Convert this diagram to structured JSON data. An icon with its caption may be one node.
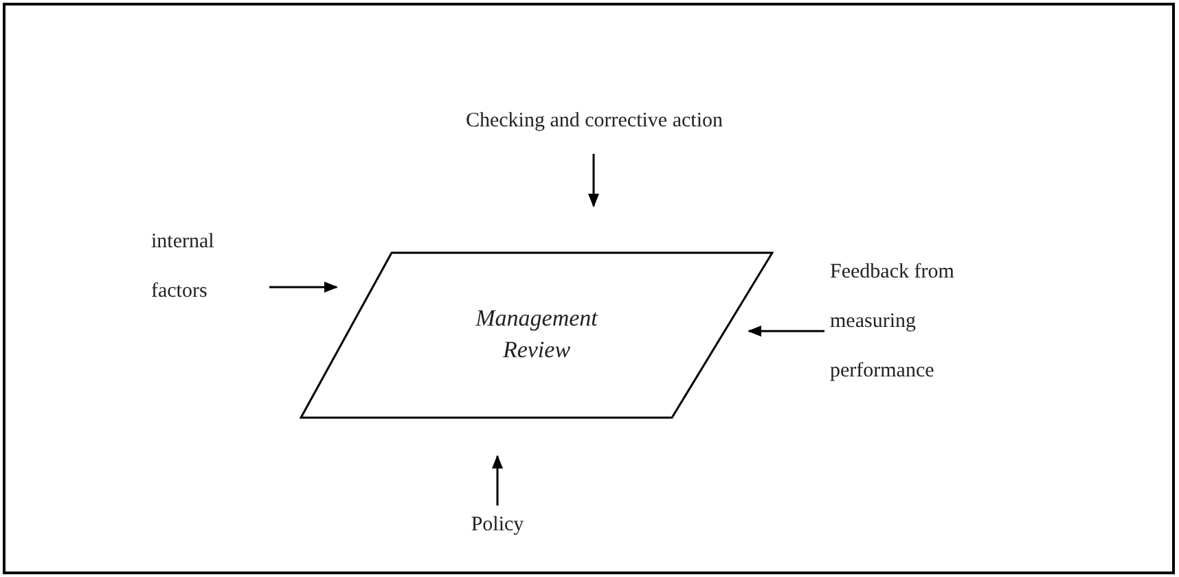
{
  "diagram": {
    "nodes": [
      {
        "text": [
          "Checking and corrective action"
        ]
      },
      {
        "text": [
          "internal factors"
        ]
      },
      {
        "text": [
          "Management Review"
        ]
      },
      {
        "text": [
          "Feedback from measuring performance"
        ]
      },
      {
        "text": [
          "Policy"
        ]
      }
    ],
    "edges": [
      {
        "from": 0,
        "to": 2,
        "arrow": "to"
      },
      {
        "from": 1,
        "to": 2,
        "arrow": "to"
      },
      {
        "from": 3,
        "to": 2,
        "arrow": "to"
      },
      {
        "from": 4,
        "to": 2,
        "arrow": "to"
      }
    ]
  }
}
